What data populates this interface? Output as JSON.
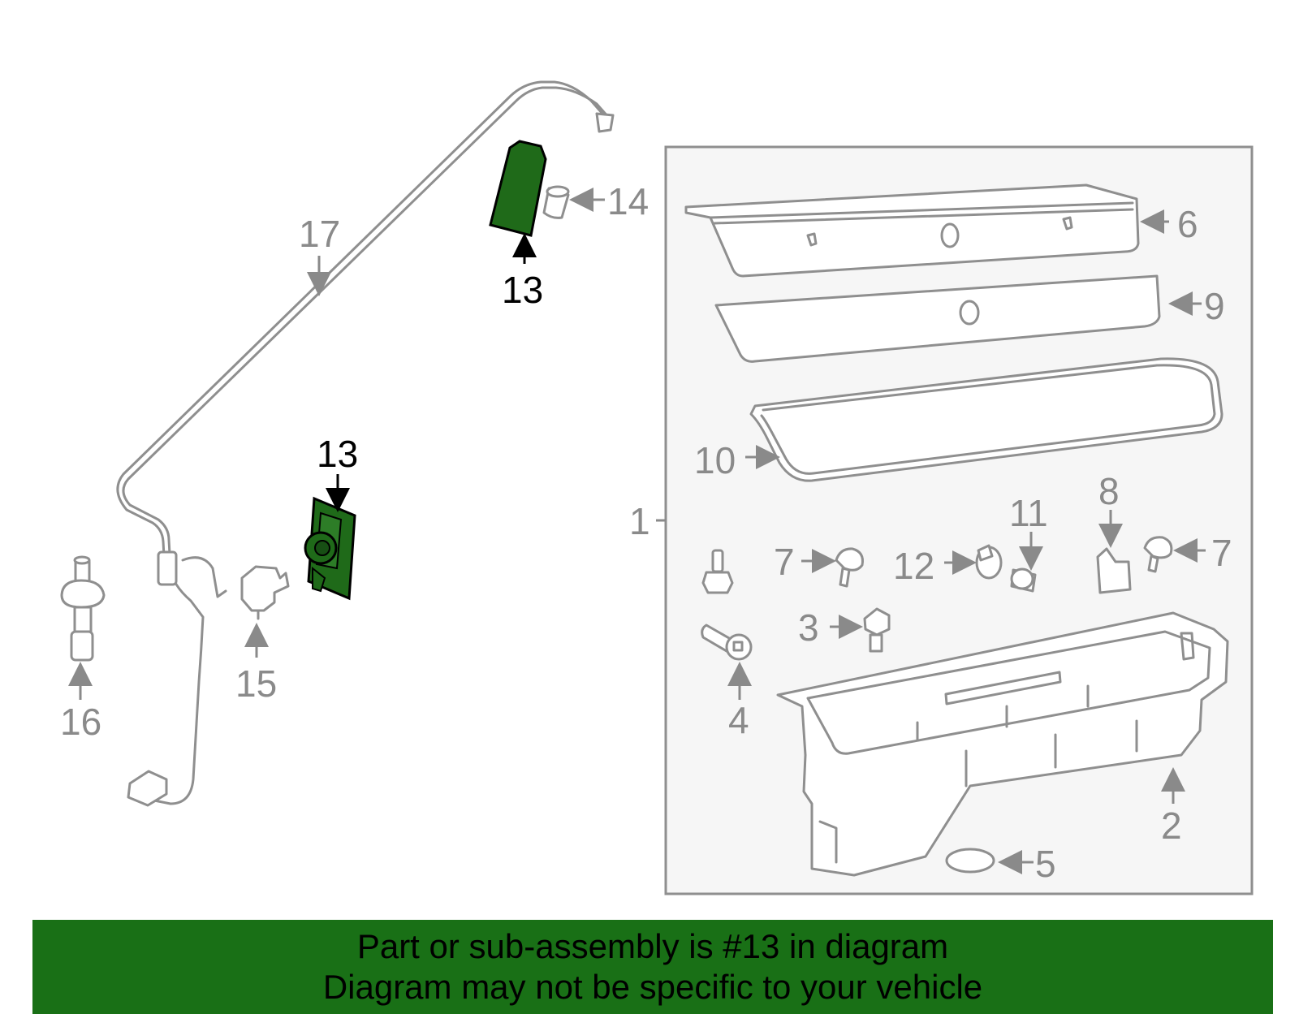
{
  "highlight_color": "#1f6a19",
  "banner_color": "#197016",
  "callouts": {
    "c1": "1",
    "c2": "2",
    "c3": "3",
    "c4": "4",
    "c5": "5",
    "c6": "6",
    "c7a": "7",
    "c7b": "7",
    "c8": "8",
    "c9": "9",
    "c10": "10",
    "c11": "11",
    "c12": "12",
    "c13a": "13",
    "c13b": "13",
    "c14": "14",
    "c15": "15",
    "c16": "16",
    "c17": "17"
  },
  "banner": {
    "line1": "Part or sub-assembly is #13 in diagram",
    "line2": "Diagram may not be specific to your vehicle"
  }
}
